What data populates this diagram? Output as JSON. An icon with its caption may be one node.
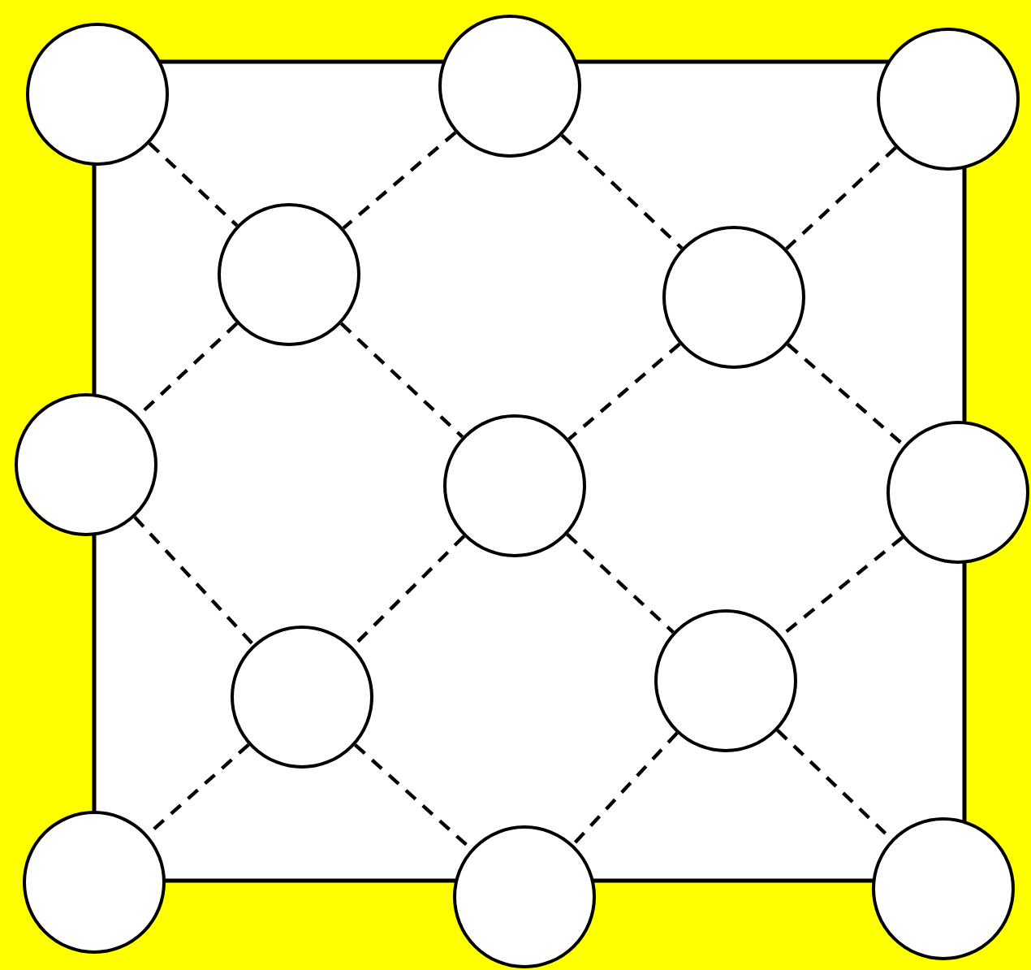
{
  "diagram": {
    "nodes": [
      {
        "text": [],
        "shape": "circle"
      },
      {
        "text": [],
        "shape": "circle"
      },
      {
        "text": [],
        "shape": "circle"
      },
      {
        "text": [],
        "shape": "circle"
      },
      {
        "text": [],
        "shape": "circle"
      },
      {
        "text": [],
        "shape": "circle"
      },
      {
        "text": [],
        "shape": "circle"
      },
      {
        "text": [],
        "shape": "circle"
      },
      {
        "text": [],
        "shape": "circle"
      },
      {
        "text": [],
        "shape": "circle"
      },
      {
        "text": [],
        "shape": "circle"
      },
      {
        "text": [],
        "shape": "circle"
      },
      {
        "text": [],
        "shape": "circle"
      }
    ],
    "edges": [
      {
        "from": 0,
        "to": 3,
        "arrow": "none",
        "style": "dashed"
      },
      {
        "from": 1,
        "to": 3,
        "arrow": "none",
        "style": "dashed"
      },
      {
        "from": 1,
        "to": 4,
        "arrow": "none",
        "style": "dashed"
      },
      {
        "from": 2,
        "to": 4,
        "arrow": "none",
        "style": "dashed"
      },
      {
        "from": 3,
        "to": 5,
        "arrow": "none",
        "style": "dashed"
      },
      {
        "from": 3,
        "to": 6,
        "arrow": "none",
        "style": "dashed"
      },
      {
        "from": 4,
        "to": 6,
        "arrow": "none",
        "style": "dashed"
      },
      {
        "from": 4,
        "to": 7,
        "arrow": "none",
        "style": "dashed"
      },
      {
        "from": 5,
        "to": 8,
        "arrow": "none",
        "style": "dashed"
      },
      {
        "from": 6,
        "to": 8,
        "arrow": "none",
        "style": "dashed"
      },
      {
        "from": 6,
        "to": 9,
        "arrow": "none",
        "style": "dashed"
      },
      {
        "from": 7,
        "to": 9,
        "arrow": "none",
        "style": "dashed"
      },
      {
        "from": 8,
        "to": 10,
        "arrow": "none",
        "style": "dashed"
      },
      {
        "from": 8,
        "to": 11,
        "arrow": "none",
        "style": "dashed"
      },
      {
        "from": 9,
        "to": 11,
        "arrow": "none",
        "style": "dashed"
      },
      {
        "from": 9,
        "to": 12,
        "arrow": "none",
        "style": "dashed"
      }
    ]
  }
}
